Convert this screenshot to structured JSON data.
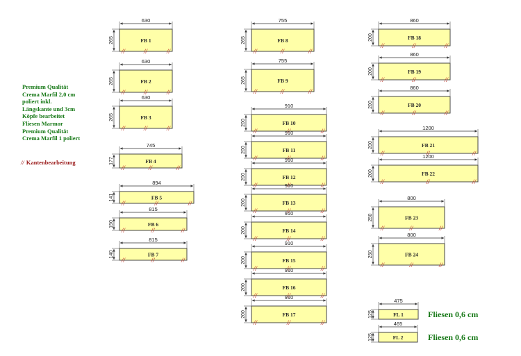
{
  "legend": {
    "premium": "Premium Qualität Crema Marfil 2,0 cm poliert inkl. Längskante und 3cm Köpfe bearbeitet",
    "fliesen": "Fliesen Marmor Premium Qualität Crema Marfil 1 poliert",
    "edge_mark": "//",
    "edge_label": "Kantenbearbeitung",
    "fliesen_thickness_1": "Fliesen 0,6 cm",
    "fliesen_thickness_2": "Fliesen 0,6 cm"
  },
  "colors": {
    "piece_fill": "#ffffa8",
    "piece_stroke": "#444444",
    "edge_mark": "#c0392b",
    "legend_green": "#1a7a1a",
    "legend_red": "#9a1a1a"
  },
  "pieces": [
    {
      "id": "FB 1",
      "width": "630",
      "height": "265",
      "edge_marks": true
    },
    {
      "id": "FB 2",
      "width": "630",
      "height": "265",
      "edge_marks": true
    },
    {
      "id": "FB 3",
      "width": "630",
      "height": "265",
      "edge_marks": true
    },
    {
      "id": "FB 4",
      "width": "745",
      "height": "177",
      "edge_marks": true
    },
    {
      "id": "FB 5",
      "width": "894",
      "height": "141",
      "edge_marks": true
    },
    {
      "id": "FB 6",
      "width": "815",
      "height": "150",
      "edge_marks": true
    },
    {
      "id": "FB 7",
      "width": "815",
      "height": "140",
      "edge_marks": true
    },
    {
      "id": "FB 8",
      "width": "755",
      "height": "265",
      "edge_marks": true
    },
    {
      "id": "FB 9",
      "width": "755",
      "height": "265",
      "edge_marks": true
    },
    {
      "id": "FB 10",
      "width": "910",
      "height": "200",
      "edge_marks": true
    },
    {
      "id": "FB 11",
      "width": "910",
      "height": "200",
      "edge_marks": true
    },
    {
      "id": "FB 12",
      "width": "910",
      "height": "200",
      "edge_marks": true
    },
    {
      "id": "FB 13",
      "width": "910",
      "height": "200",
      "edge_marks": true
    },
    {
      "id": "FB 14",
      "width": "910",
      "height": "200",
      "edge_marks": true
    },
    {
      "id": "FB 15",
      "width": "910",
      "height": "200",
      "edge_marks": true
    },
    {
      "id": "FB 16",
      "width": "910",
      "height": "200",
      "edge_marks": true
    },
    {
      "id": "FB 17",
      "width": "910",
      "height": "200",
      "edge_marks": true
    },
    {
      "id": "FB 18",
      "width": "860",
      "height": "200",
      "edge_marks": true
    },
    {
      "id": "FB 19",
      "width": "860",
      "height": "200",
      "edge_marks": true
    },
    {
      "id": "FB 20",
      "width": "860",
      "height": "200",
      "edge_marks": true
    },
    {
      "id": "FB 21",
      "width": "1200",
      "height": "200",
      "edge_marks": true
    },
    {
      "id": "FB 22",
      "width": "1200",
      "height": "200",
      "edge_marks": true
    },
    {
      "id": "FB 23",
      "width": "800",
      "height": "250",
      "edge_marks": true
    },
    {
      "id": "FB 24",
      "width": "800",
      "height": "250",
      "edge_marks": true
    },
    {
      "id": "FL 1",
      "width": "475",
      "height": "125",
      "edge_marks": false
    },
    {
      "id": "FL 2",
      "width": "465",
      "height": "125",
      "edge_marks": false
    }
  ]
}
